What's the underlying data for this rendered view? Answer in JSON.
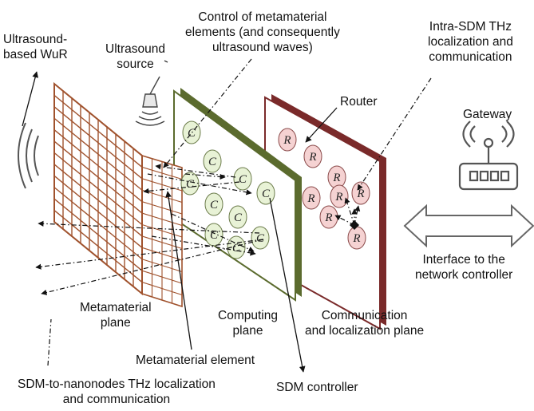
{
  "labels": {
    "ultrasound_wur": [
      "Ultrasound-",
      "based WuR"
    ],
    "ultrasound_source": [
      "Ultrasound",
      "source"
    ],
    "control_metamaterial": [
      "Control of metamaterial",
      "elements (and consequently",
      "ultrasound waves)"
    ],
    "intra_sdm": [
      "Intra-SDM THz",
      "localization and",
      "communication"
    ],
    "router": "Router",
    "gateway": "Gateway",
    "interface": [
      "Interface to the",
      "network controller"
    ],
    "metamaterial_plane": [
      "Metamaterial",
      "plane"
    ],
    "computing_plane": [
      "Computing",
      "plane"
    ],
    "comm_loc_plane": [
      "Communication",
      "and localization plane"
    ],
    "metamaterial_element": "Metamaterial element",
    "sdm_to_nanonodes": [
      "SDM-to-nanonodes THz localization",
      "and communication"
    ],
    "sdm_controller": "SDM controller"
  },
  "computing_nodes": [
    "C",
    "C",
    "C",
    "C",
    "C",
    "C",
    "C",
    "C",
    "C",
    "C"
  ],
  "router_nodes": [
    "R",
    "R",
    "R",
    "R",
    "R",
    "R",
    "R",
    "R"
  ],
  "colors": {
    "metamaterial_plane": "#a0522d",
    "computing_plane": "#5b6b2e",
    "comm_plane": "#7a2a2a",
    "c_node_fill": "#e8f2d6",
    "r_node_fill": "#f5d2d2"
  }
}
